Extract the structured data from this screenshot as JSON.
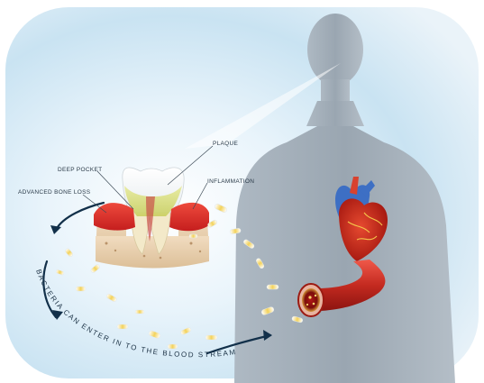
{
  "labels": {
    "plaque": "PLAQUE",
    "deep_pocket": "DEEP POCKET",
    "inflammation": "INFLAMMATION",
    "advanced_bone_loss": "ADVANCED BONE LOSS",
    "arc_text": "BACTERIA CAN ENTER IN TO THE BLOOD STREAM"
  }
}
